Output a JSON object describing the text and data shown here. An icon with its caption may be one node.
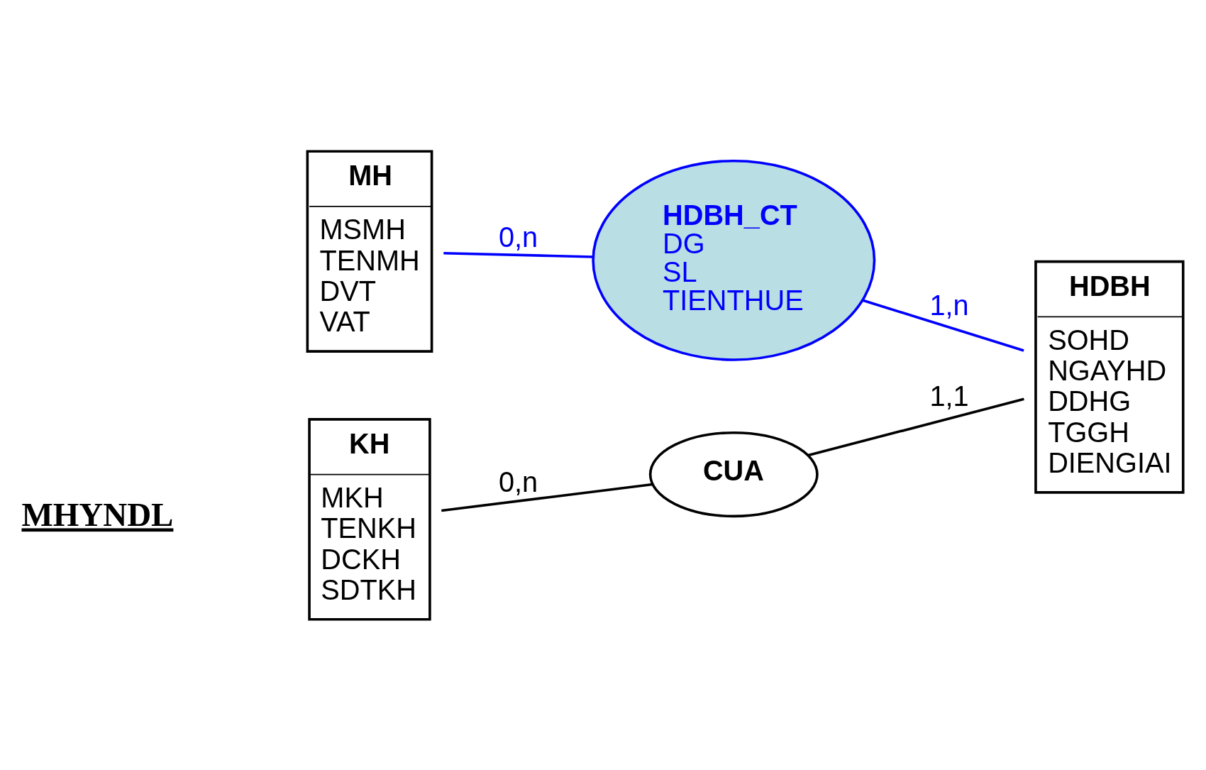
{
  "diagram": {
    "nodes": [
      {
        "text": [
          "KH",
          "MKH",
          "TENKH",
          "DCKH",
          "SDTKH"
        ]
      },
      {
        "text": [
          "CUA"
        ]
      },
      {
        "text": [
          "MH",
          "MSMH",
          "TENMH",
          "DVT",
          "VAT"
        ]
      },
      {
        "text": [
          "HDBH_CT",
          "DG",
          "SL",
          "TIENTHUE"
        ]
      },
      {
        "text": [
          "HDBH",
          "SOHD",
          "NGAYHD",
          "DDHG",
          "TGGH",
          "DIENGIAI"
        ]
      }
    ],
    "edges": [
      {
        "from": 0,
        "to": 1,
        "arrow": "none",
        "label": "0,n"
      },
      {
        "from": 1,
        "to": 4,
        "arrow": "none",
        "label": "1,1"
      },
      {
        "from": 2,
        "to": 3,
        "arrow": "none",
        "label": "0,n",
        "color": "#0000ff"
      },
      {
        "from": 3,
        "to": 4,
        "arrow": "none",
        "label": "1,n",
        "color": "#0000ff"
      }
    ],
    "labels": [
      "MHYNDL"
    ]
  }
}
